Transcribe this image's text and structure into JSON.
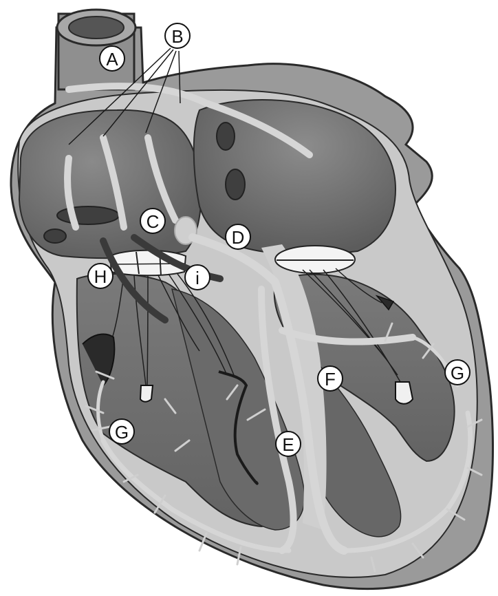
{
  "labels": {
    "a": "A",
    "b": "B",
    "c": "C",
    "d": "D",
    "e": "E",
    "f": "F",
    "g_left": "G",
    "g_right": "G",
    "h": "H",
    "i": "i"
  },
  "colors": {
    "wall": "#9a9a9a",
    "wall_outline": "#2a2a2a",
    "septum": "#c9c9c9",
    "chamber": "#6d6d6d",
    "chamber_light": "#858585",
    "conduction": "#d6d6d6",
    "valve": "#f4f4f4",
    "chordae": "#efefef",
    "background": "#ffffff"
  }
}
